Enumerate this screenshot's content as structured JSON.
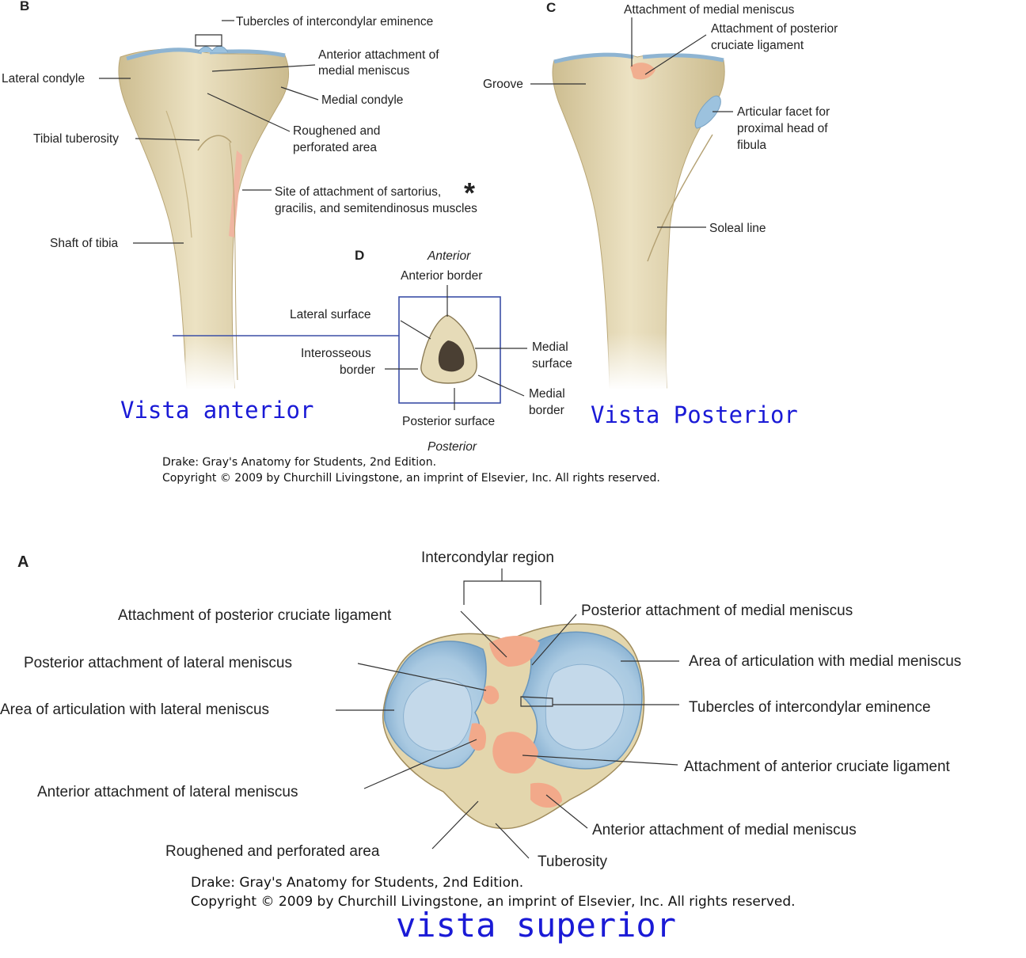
{
  "figure_b": {
    "panel_letter": "B",
    "labels": {
      "tubercles": "Tubercles of intercondylar eminence",
      "ant_med_meniscus_1": "Anterior attachment of",
      "ant_med_meniscus_2": "medial meniscus",
      "lateral_condyle": "Lateral condyle",
      "medial_condyle": "Medial condyle",
      "roughened_1": "Roughened and",
      "roughened_2": "perforated area",
      "tibial_tuberosity": "Tibial tuberosity",
      "sartorius_1": "Site of attachment of sartorius,",
      "sartorius_2": "gracilis, and semitendinosus muscles",
      "asterisk": "*",
      "shaft": "Shaft of tibia"
    },
    "view_label": "Vista anterior"
  },
  "figure_c": {
    "panel_letter": "C",
    "labels": {
      "med_meniscus": "Attachment of medial meniscus",
      "pcl_1": "Attachment of posterior",
      "pcl_2": "cruciate ligament",
      "groove": "Groove",
      "facet_1": "Articular facet for",
      "facet_2": "proximal head of",
      "facet_3": "fibula",
      "soleal": "Soleal line"
    },
    "view_label": "Vista Posterior"
  },
  "figure_d": {
    "panel_letter": "D",
    "labels": {
      "anterior": "Anterior",
      "anterior_border": "Anterior border",
      "lateral_surface": "Lateral surface",
      "interosseous_1": "Interosseous",
      "interosseous_2": "border",
      "medial_surface_1": "Medial",
      "medial_surface_2": "surface",
      "medial_border_1": "Medial",
      "medial_border_2": "border",
      "posterior_surface": "Posterior surface",
      "posterior": "Posterior"
    }
  },
  "credit_top": {
    "line1": "Drake: Gray's Anatomy for Students, 2nd Edition.",
    "line2": "Copyright © 2009 by Churchill Livingstone, an imprint of Elsevier, Inc. All rights reserved."
  },
  "figure_a": {
    "panel_letter": "A",
    "labels": {
      "intercondylar": "Intercondylar region",
      "pcl": "Attachment of posterior cruciate ligament",
      "post_med_meniscus": "Posterior attachment of medial meniscus",
      "post_lat_meniscus": "Posterior attachment of lateral meniscus",
      "area_med": "Area of articulation with medial meniscus",
      "area_lat": "Area of articulation with lateral meniscus",
      "tubercles": "Tubercles of intercondylar eminence",
      "acl": "Attachment of anterior cruciate ligament",
      "ant_lat_meniscus": "Anterior attachment of lateral meniscus",
      "ant_med_meniscus": "Anterior attachment of medial meniscus",
      "roughened": "Roughened and perforated area",
      "tuberosity": "Tuberosity"
    },
    "view_label": "vista superior"
  },
  "credit_bottom": {
    "line1": "Drake: Gray's Anatomy for Students, 2nd Edition.",
    "line2": "Copyright © 2009 by Churchill Livingstone, an imprint of Elsevier, Inc. All rights reserved."
  },
  "colors": {
    "bone": "#e6dbb8",
    "bone_shade": "#c9b98d",
    "cartilage": "#9cc2de",
    "attachment": "#f2a98a",
    "view_text": "#1a1ad6",
    "asterisk": "#e6197a",
    "d_box": "#3b4fa6"
  }
}
